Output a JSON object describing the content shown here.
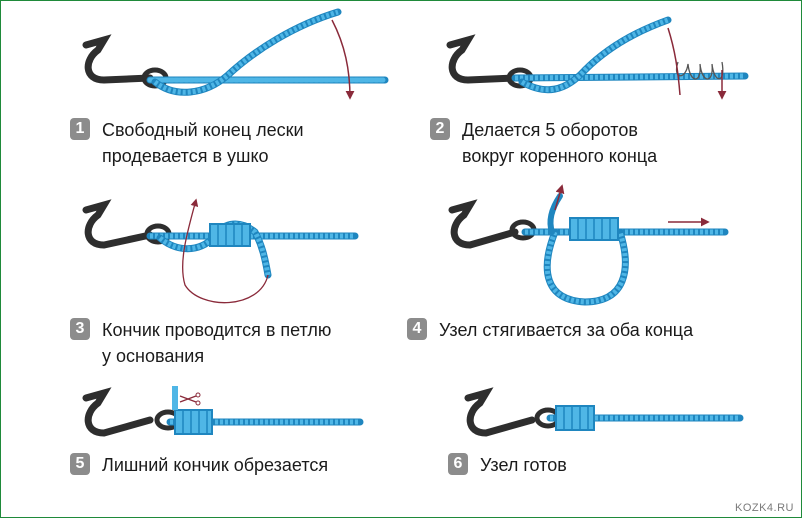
{
  "steps": [
    {
      "number": "1",
      "caption": "Свободный конец лески\nпродевается в ушко"
    },
    {
      "number": "2",
      "caption": "Делается 5 оборотов\nвокруг коренного конца"
    },
    {
      "number": "3",
      "caption": "Кончик проводится в петлю\nу основания"
    },
    {
      "number": "4",
      "caption": "Узел стягивается за оба конца"
    },
    {
      "number": "5",
      "caption": "Лишний кончик обрезается"
    },
    {
      "number": "6",
      "caption": "Узел готов"
    }
  ],
  "watermark": "KOZK4.RU",
  "colors": {
    "line": "#4fb6e6",
    "line_dark": "#1f86bf",
    "hook": "#2e2e2e",
    "arrow": "#8a2a3a",
    "badge": "#8c8c8c",
    "frame": "#1f8a3a"
  }
}
